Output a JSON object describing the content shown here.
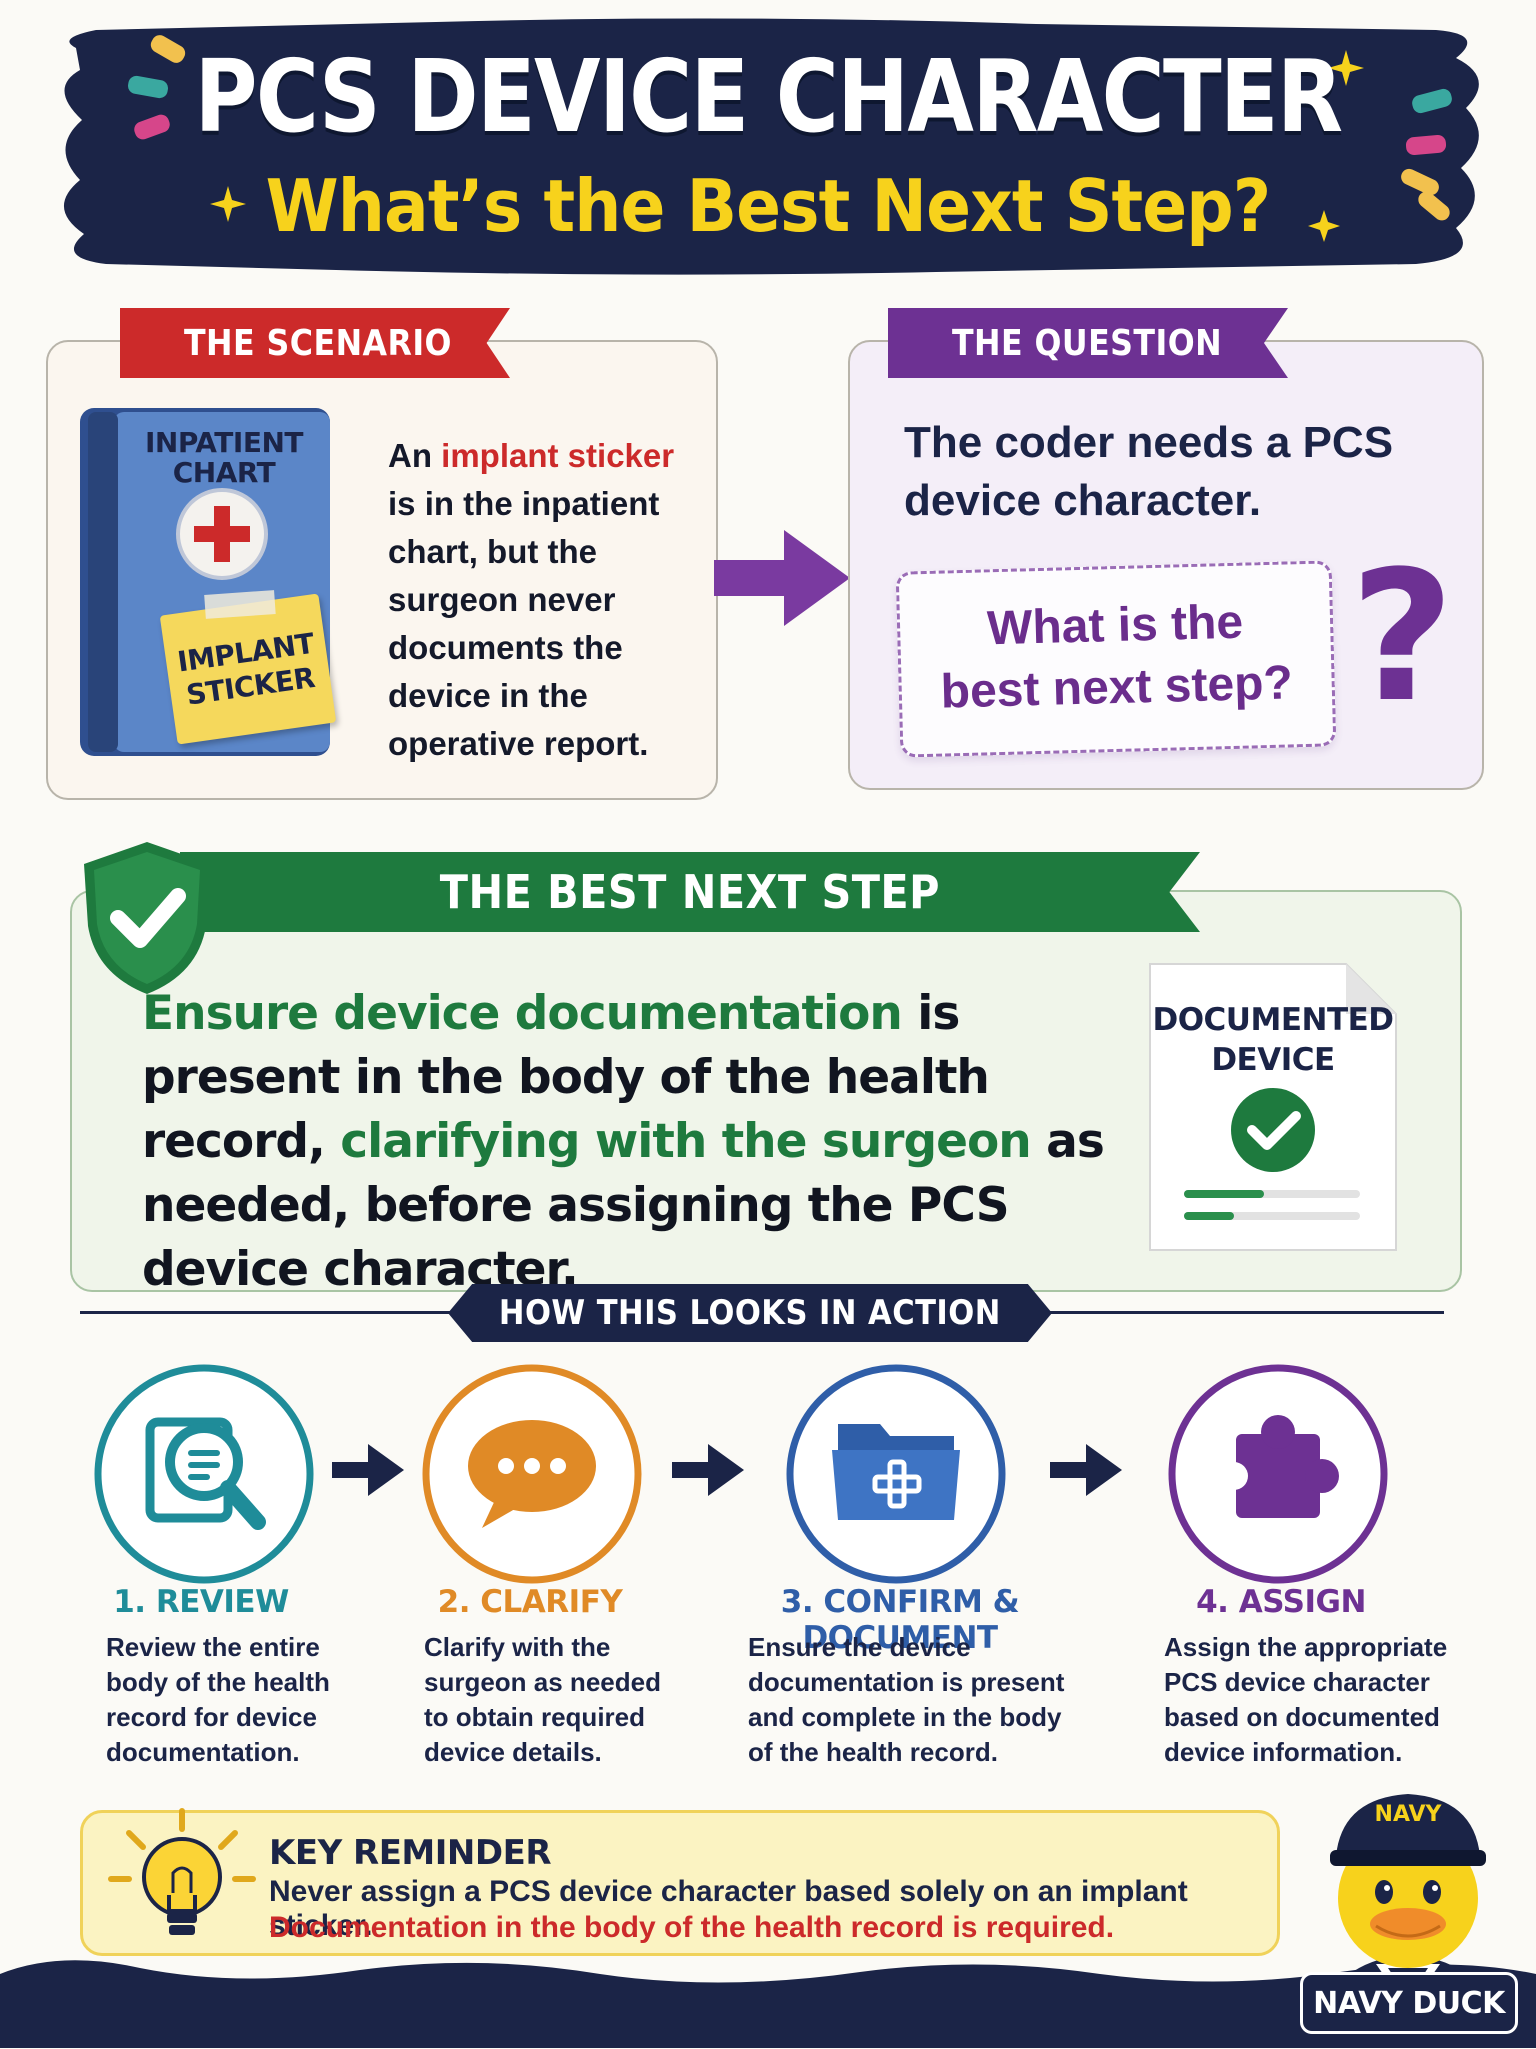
{
  "header": {
    "title": "PCS DEVICE CHARACTER",
    "subtitle": "What’s the Best Next Step?"
  },
  "scenario": {
    "ribbon": "THE SCENARIO",
    "chart_label_1": "INPATIENT",
    "chart_label_2": "CHART",
    "sticker_label_1": "IMPLANT",
    "sticker_label_2": "STICKER",
    "text_before": "An ",
    "text_highlight": "implant sticker",
    "text_after": " is in the inpatient chart, but the surgeon never documents the device in the operative report."
  },
  "question": {
    "ribbon": "THE QUESTION",
    "text": "The coder needs a PCS device character.",
    "box_text_1": "What is the",
    "box_text_2": "best next step?",
    "mark": "?"
  },
  "best_step": {
    "ribbon": "THE BEST NEXT STEP",
    "part1_green": "Ensure device documentation",
    "part2": " is present in the body of the health record, ",
    "part3_green": "clarifying with the surgeon",
    "part4": " as needed, before assigning the PCS device character.",
    "doc_label_1": "DOCUMENTED",
    "doc_label_2": "DEVICE"
  },
  "action": {
    "header": "HOW THIS LOOKS IN ACTION",
    "steps": [
      {
        "title": "1. REVIEW",
        "desc": [
          "Review the entire",
          "body of the health",
          "record for device",
          "documentation."
        ],
        "color": "#1f8c99",
        "icon": "magnifier-document-icon"
      },
      {
        "title": "2. CLARIFY",
        "desc": [
          "Clarify with the",
          "surgeon as needed",
          "to obtain required",
          "device details."
        ],
        "color": "#e08a26",
        "icon": "chat-bubble-icon"
      },
      {
        "title": "3. CONFIRM & DOCUMENT",
        "desc": [
          "Ensure the device",
          "documentation is present",
          "and complete in the body",
          "of the health record."
        ],
        "color": "#2f5ea8",
        "icon": "medical-folder-icon"
      },
      {
        "title": "4. ASSIGN",
        "desc": [
          "Assign the appropriate",
          "PCS device character",
          "based on documented",
          "device information."
        ],
        "color": "#6d3193",
        "icon": "puzzle-piece-icon"
      }
    ]
  },
  "reminder": {
    "title": "KEY REMINDER",
    "line1": "Never assign a PCS device character based solely on an implant sticker.",
    "line2": "Documentation in the body of the health record is required."
  },
  "mascot": {
    "hat_text": "NAVY",
    "label": "NAVY DUCK"
  },
  "colors": {
    "navy": "#1b2447",
    "red": "#cc2a2a",
    "purple": "#6d3193",
    "green": "#1e7a3e",
    "gold": "#f7d21c"
  }
}
